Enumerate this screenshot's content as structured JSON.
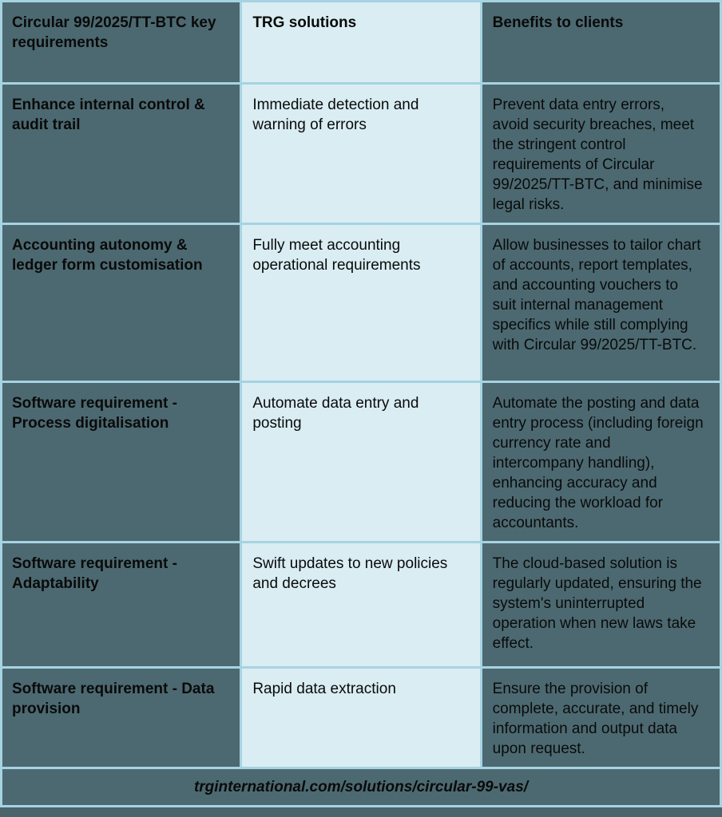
{
  "colors": {
    "dark_cell": "#4c6971",
    "light_cell": "#d9edf3",
    "border_line": "#a6d3e2",
    "text": "#0a0a0a",
    "page_background": "#4b636b"
  },
  "table": {
    "headers": [
      "Circular 99/2025/TT-BTC key requirements",
      "TRG solutions",
      "Benefits to clients"
    ],
    "rows": [
      {
        "requirement": "Enhance internal control & audit trail",
        "solution": "Immediate detection and warning of errors",
        "benefit": "Prevent data entry errors, avoid security breaches, meet the stringent control requirements of Circular 99/2025/TT-BTC, and minimise legal risks."
      },
      {
        "requirement": "Accounting autonomy & ledger form customisation",
        "solution": "Fully meet accounting operational requirements",
        "benefit": "Allow businesses to tailor chart of accounts, report templates, and accounting vouchers to suit internal management specifics while still complying with Circular 99/2025/TT-BTC."
      },
      {
        "requirement": "Software requirement - Process digitalisation",
        "solution": "Automate data entry and posting",
        "benefit": "Automate the posting and data entry process (including foreign currency rate and intercompany handling), enhancing accuracy and reducing the workload for accountants."
      },
      {
        "requirement": "Software requirement - Adaptability",
        "solution": "Swift updates to new policies and decrees",
        "benefit": "The cloud-based solution is regularly updated, ensuring the system's uninterrupted operation when new laws take effect."
      },
      {
        "requirement": "Software requirement - Data provision",
        "solution": "Rapid data extraction",
        "benefit": "Ensure the provision of complete, accurate, and timely information and output data upon request."
      }
    ],
    "footer_url": "trginternational.com/solutions/circular-99-vas/"
  }
}
